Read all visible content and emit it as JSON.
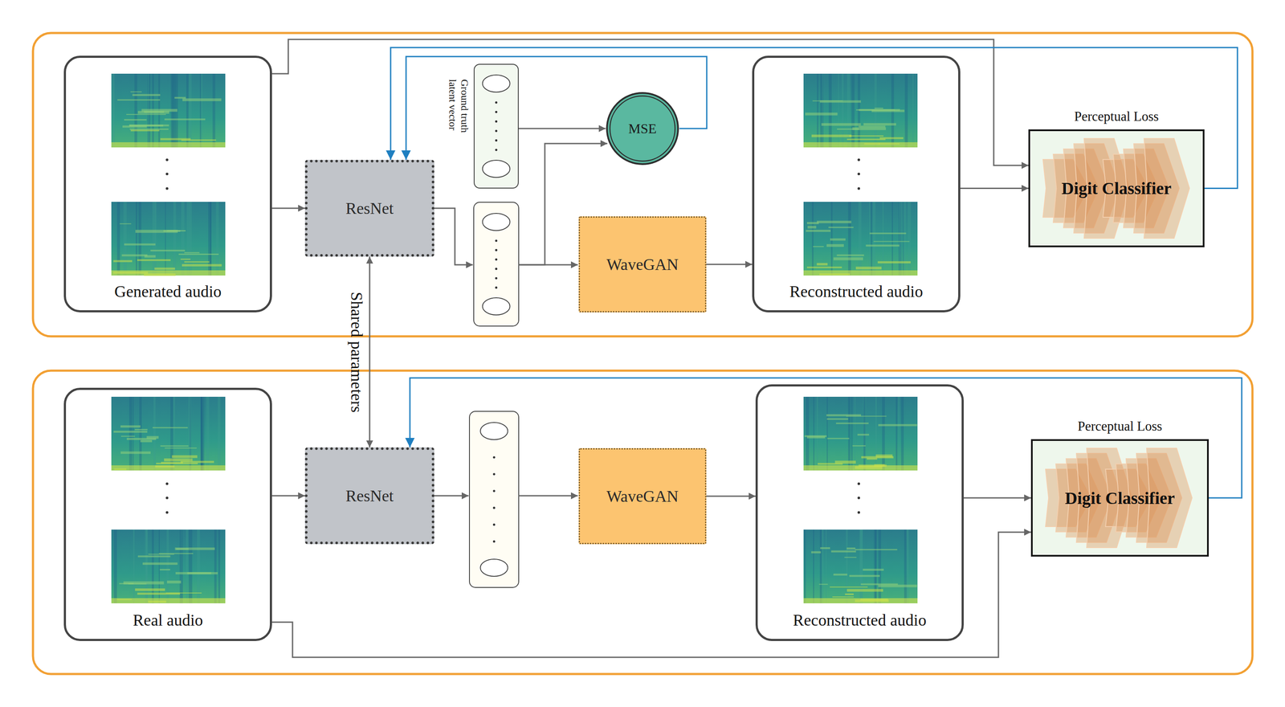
{
  "diagram": {
    "nodes": [
      {
        "text": [
          "Generated audio"
        ]
      },
      {
        "text": [
          "ResNet"
        ]
      },
      {
        "text": [
          "Ground truth latent vector"
        ]
      },
      {
        "text": [
          "MSE"
        ]
      },
      {
        "text": [
          "WaveGAN"
        ]
      },
      {
        "text": [
          "Reconstructed audio"
        ]
      },
      {
        "text": [
          "Perceptual Loss",
          "Digit Classifier"
        ]
      },
      {
        "text": [
          "Real audio"
        ]
      },
      {
        "text": [
          "ResNet"
        ]
      },
      {
        "text": [
          "WaveGAN"
        ]
      },
      {
        "text": [
          "Reconstructed audio"
        ]
      },
      {
        "text": [
          "Perceptual Loss",
          "Digit Classifier"
        ]
      }
    ],
    "edges": [
      {
        "from": 0,
        "to": 1,
        "arrow": "to"
      },
      {
        "from": 2,
        "to": 3,
        "arrow": "to"
      },
      {
        "from": 3,
        "to": 1,
        "arrow": "to"
      },
      {
        "from": 4,
        "to": 5,
        "arrow": "to"
      },
      {
        "from": 5,
        "to": 6,
        "arrow": "to"
      },
      {
        "from": 0,
        "to": 6,
        "arrow": "to"
      },
      {
        "from": 6,
        "to": 1,
        "arrow": "to"
      },
      {
        "from": 1,
        "to": 8,
        "label": "Shared parameters",
        "arrow": "both"
      },
      {
        "from": 7,
        "to": 8,
        "arrow": "to"
      },
      {
        "from": 9,
        "to": 10,
        "arrow": "to"
      },
      {
        "from": 10,
        "to": 11,
        "arrow": "to"
      },
      {
        "from": 7,
        "to": 11,
        "arrow": "to"
      },
      {
        "from": 11,
        "to": 8,
        "arrow": "to"
      }
    ]
  }
}
